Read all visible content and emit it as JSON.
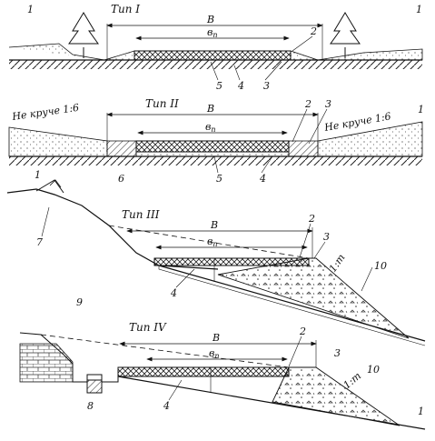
{
  "figure": {
    "type_1": {
      "title": "Тип I",
      "width_label": "B",
      "pavement_label": "в",
      "pavement_sub": "п",
      "callouts": [
        "1",
        "1",
        "2",
        "5",
        "4",
        "3"
      ]
    },
    "type_2": {
      "title": "Тип II",
      "width_label": "B",
      "pavement_label": "в",
      "pavement_sub": "п",
      "slope_left": "Не круче 1:6",
      "slope_right": "Не круче 1:6",
      "callouts": [
        "2",
        "3",
        "1",
        "1",
        "6",
        "5",
        "4"
      ]
    },
    "type_3": {
      "title": "Тип III",
      "width_label": "B",
      "pavement_label": "в",
      "pavement_sub": "п",
      "slope": "1:m",
      "callouts": [
        "7",
        "2",
        "3",
        "10",
        "4",
        "9"
      ]
    },
    "type_4": {
      "title": "Тип IV",
      "width_label": "B",
      "pavement_label": "в",
      "pavement_sub": "п",
      "slope": "1:m",
      "callouts": [
        "2",
        "3",
        "10",
        "8",
        "4",
        "1"
      ]
    }
  }
}
